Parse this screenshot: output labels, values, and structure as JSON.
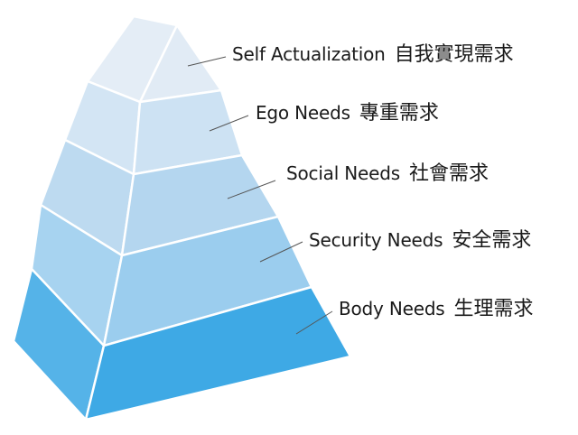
{
  "colors": {
    "tier5": "#e1ebf5",
    "tier4": "#cde2f3",
    "tier3": "#b4d6ef",
    "tier2": "#9bcdee",
    "tier1": "#3ea9e5",
    "outline": "#ffffff",
    "leader": "#555555"
  },
  "tiers": [
    {
      "en": "Self Actualization",
      "zh": "自我實現需求"
    },
    {
      "en": "Ego Needs",
      "zh": "專重需求"
    },
    {
      "en": "Social Needs",
      "zh": "社會需求"
    },
    {
      "en": "Security Needs",
      "zh": "安全需求"
    },
    {
      "en": "Body Needs",
      "zh": "生理需求"
    }
  ]
}
